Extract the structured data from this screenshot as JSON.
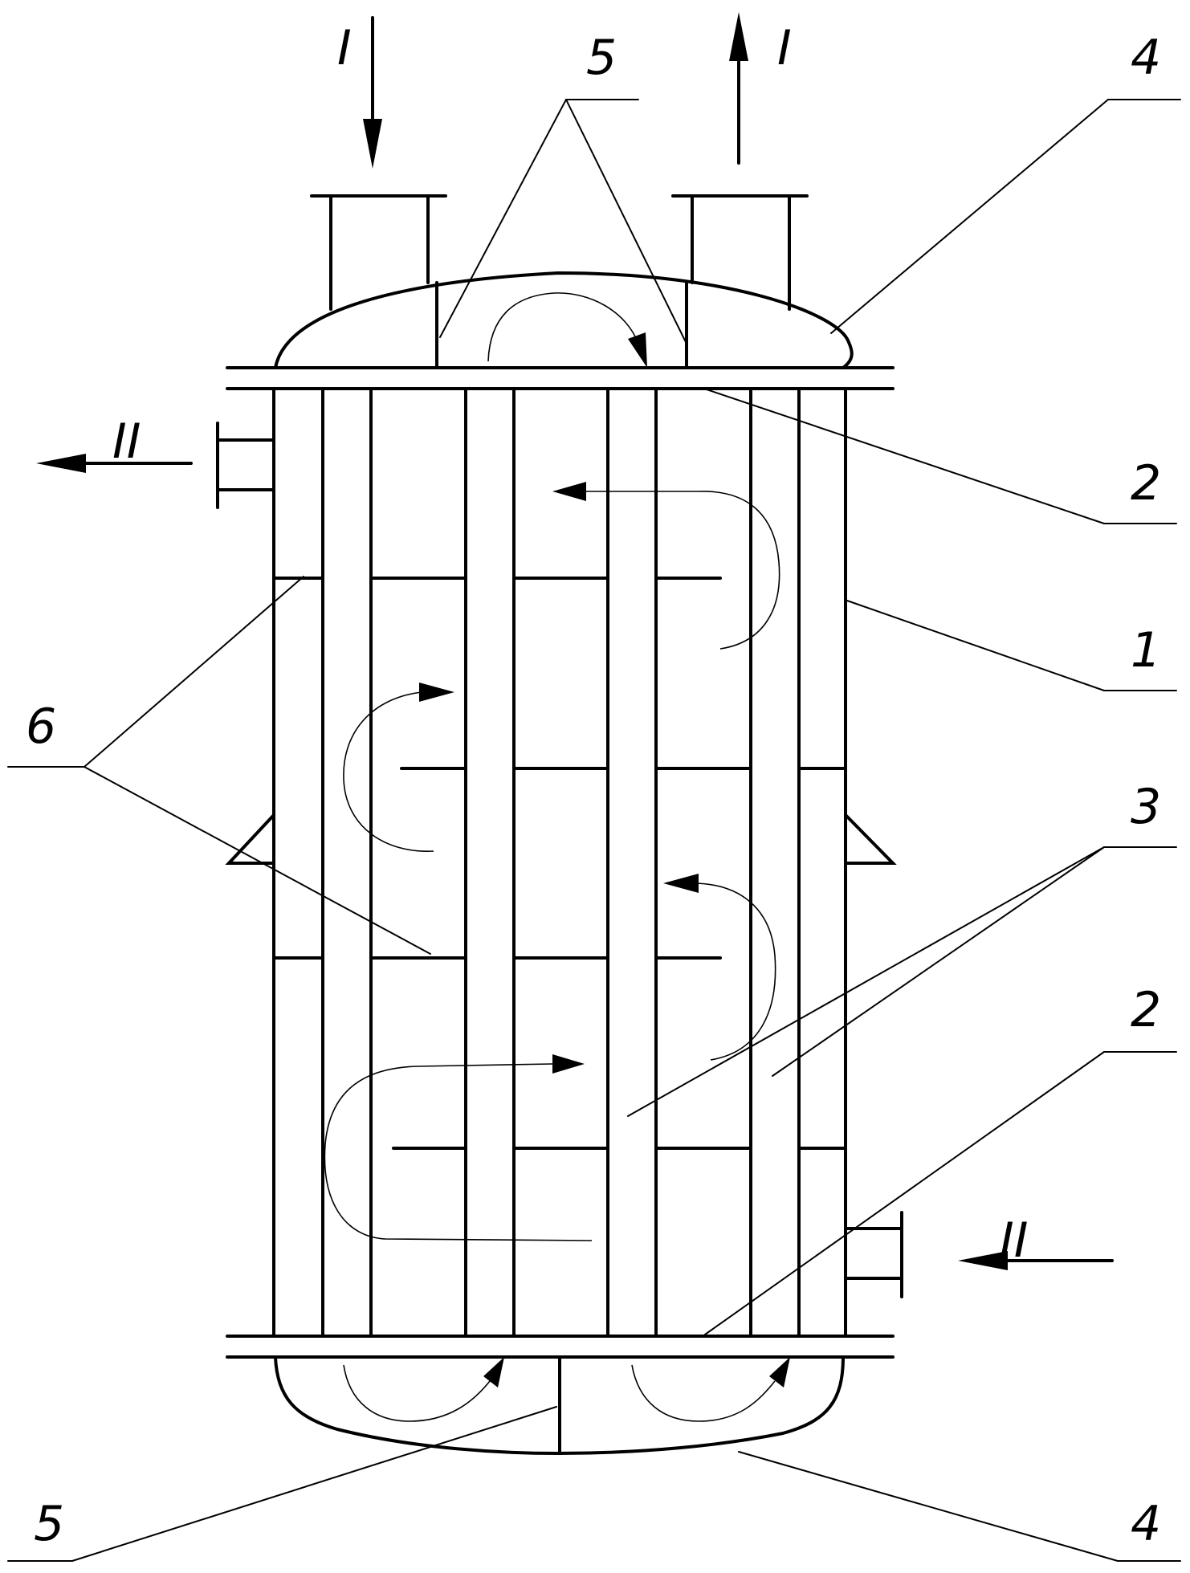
{
  "labels": {
    "shell": "1",
    "tube_sheet_top": "2",
    "tube_sheet_bottom": "2",
    "tubes": "3",
    "head_top": "4",
    "head_bottom": "4",
    "partition_top": "5",
    "partition_bottom": "5",
    "baffles": "6"
  },
  "streams": {
    "tube_side_in": "I",
    "tube_side_out": "I",
    "shell_side_out": "II",
    "shell_side_in": "II"
  }
}
